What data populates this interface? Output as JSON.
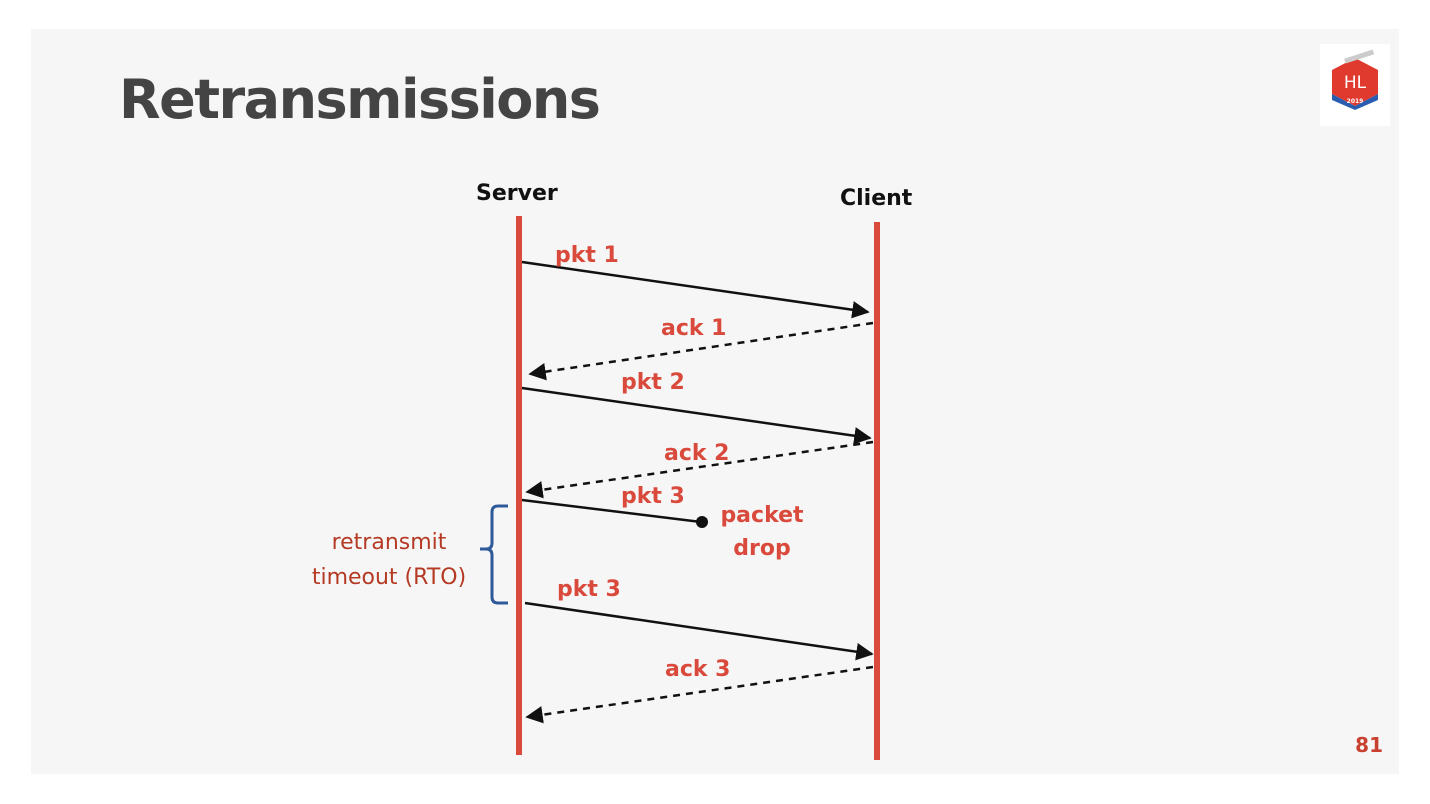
{
  "slide": {
    "title": "Retransmissions",
    "page_number": "81",
    "logo_text": "HL",
    "logo_year": "2019"
  },
  "diagram": {
    "server_label": "Server",
    "client_label": "Client",
    "messages": [
      {
        "label": "pkt 1",
        "kind": "data"
      },
      {
        "label": "ack 1",
        "kind": "ack"
      },
      {
        "label": "pkt 2",
        "kind": "data"
      },
      {
        "label": "ack 2",
        "kind": "ack"
      },
      {
        "label": "pkt 3",
        "kind": "data",
        "dropped": true
      },
      {
        "label": "pkt 3",
        "kind": "data"
      },
      {
        "label": "ack 3",
        "kind": "ack"
      }
    ],
    "drop_label_line1": "packet",
    "drop_label_line2": "drop",
    "rto_label_line1": "retransmit",
    "rto_label_line2": "timeout (RTO)"
  },
  "colors": {
    "lifeline": "#d94a3c",
    "message_label": "#d94a3c",
    "rto_label": "#b53a24",
    "brace": "#2f5a9a",
    "title": "#444444",
    "background": "#f6f6f6"
  }
}
